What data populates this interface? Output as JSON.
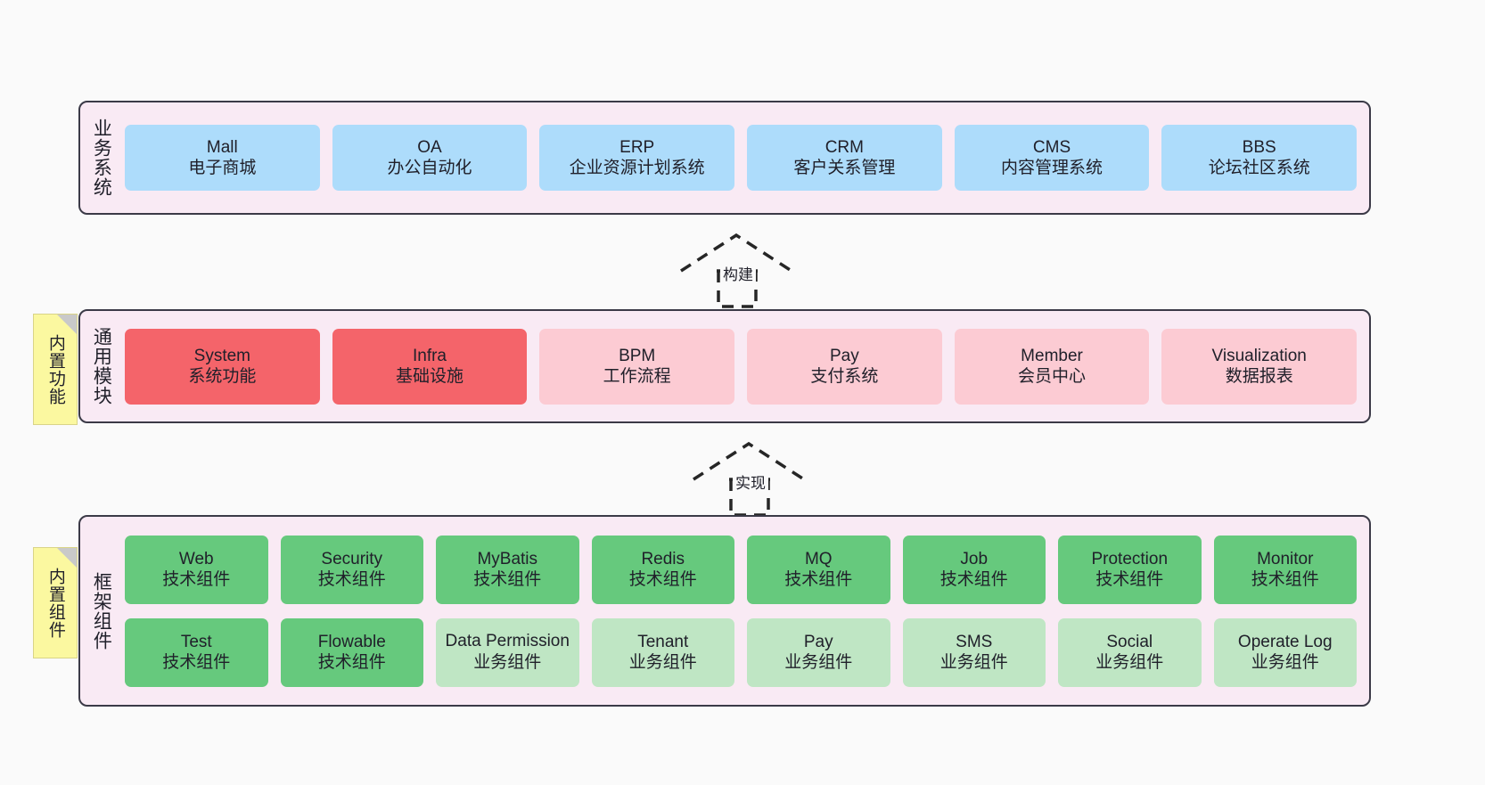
{
  "layers": [
    {
      "id": "business-system",
      "label": "业务系统",
      "note": null,
      "cards": [
        {
          "t1": "Mall",
          "t2": "电子商城",
          "color": "c-blue"
        },
        {
          "t1": "OA",
          "t2": "办公自动化",
          "color": "c-blue"
        },
        {
          "t1": "ERP",
          "t2": "企业资源计划系统",
          "color": "c-blue"
        },
        {
          "t1": "CRM",
          "t2": "客户关系管理",
          "color": "c-blue"
        },
        {
          "t1": "CMS",
          "t2": "内容管理系统",
          "color": "c-blue"
        },
        {
          "t1": "BBS",
          "t2": "论坛社区系统",
          "color": "c-blue"
        }
      ]
    },
    {
      "id": "common-module",
      "label": "通用模块",
      "note": "内置功能",
      "cards": [
        {
          "t1": "System",
          "t2": "系统功能",
          "color": "c-red"
        },
        {
          "t1": "Infra",
          "t2": "基础设施",
          "color": "c-red"
        },
        {
          "t1": "BPM",
          "t2": "工作流程",
          "color": "c-pink"
        },
        {
          "t1": "Pay",
          "t2": "支付系统",
          "color": "c-pink"
        },
        {
          "t1": "Member",
          "t2": "会员中心",
          "color": "c-pink"
        },
        {
          "t1": "Visualization",
          "t2": "数据报表",
          "color": "c-pink"
        }
      ]
    },
    {
      "id": "framework-component",
      "label": "框架组件",
      "note": "内置组件",
      "row1": [
        {
          "t1": "Web",
          "t2": "技术组件",
          "color": "c-green"
        },
        {
          "t1": "Security",
          "t2": "技术组件",
          "color": "c-green"
        },
        {
          "t1": "MyBatis",
          "t2": "技术组件",
          "color": "c-green"
        },
        {
          "t1": "Redis",
          "t2": "技术组件",
          "color": "c-green"
        },
        {
          "t1": "MQ",
          "t2": "技术组件",
          "color": "c-green"
        },
        {
          "t1": "Job",
          "t2": "技术组件",
          "color": "c-green"
        },
        {
          "t1": "Protection",
          "t2": "技术组件",
          "color": "c-green"
        },
        {
          "t1": "Monitor",
          "t2": "技术组件",
          "color": "c-green"
        }
      ],
      "row2": [
        {
          "t1": "Test",
          "t2": "技术组件",
          "color": "c-green"
        },
        {
          "t1": "Flowable",
          "t2": "技术组件",
          "color": "c-green"
        },
        {
          "t1": "Data Permission",
          "t2": "业务组件",
          "color": "c-greenlite"
        },
        {
          "t1": "Tenant",
          "t2": "业务组件",
          "color": "c-greenlite"
        },
        {
          "t1": "Pay",
          "t2": "业务组件",
          "color": "c-greenlite"
        },
        {
          "t1": "SMS",
          "t2": "业务组件",
          "color": "c-greenlite"
        },
        {
          "t1": "Social",
          "t2": "业务组件",
          "color": "c-greenlite"
        },
        {
          "t1": "Operate Log",
          "t2": "业务组件",
          "color": "c-greenlite"
        }
      ]
    }
  ],
  "connectors": [
    {
      "id": "build",
      "label": "构建"
    },
    {
      "id": "implement",
      "label": "实现"
    }
  ],
  "colors": {
    "band_bg": "#f9eaf4",
    "band_border": "#3b3a47",
    "blue": "#addcfb",
    "red": "#f4646a",
    "pink": "#fccbd3",
    "green": "#66c97d",
    "green_light": "#bfe6c4",
    "note": "#fbf8a0",
    "page_bg": "#fafafa"
  }
}
